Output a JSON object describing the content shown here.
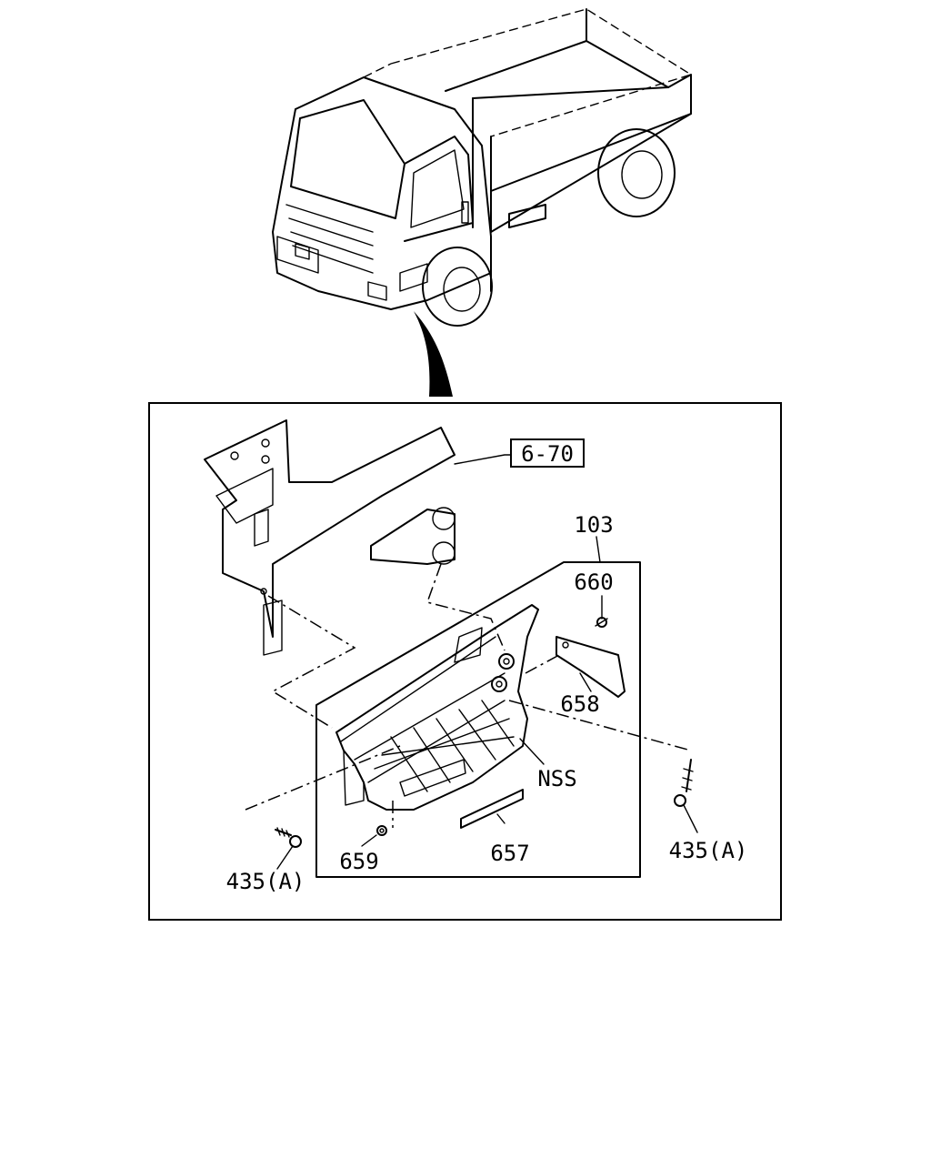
{
  "labels": {
    "ref_box": "6-70",
    "part_103": "103",
    "part_660": "660",
    "part_658": "658",
    "part_nss": "NSS",
    "part_657": "657",
    "part_659": "659",
    "part_435_left": "435(A)",
    "part_435_right": "435(A)"
  }
}
